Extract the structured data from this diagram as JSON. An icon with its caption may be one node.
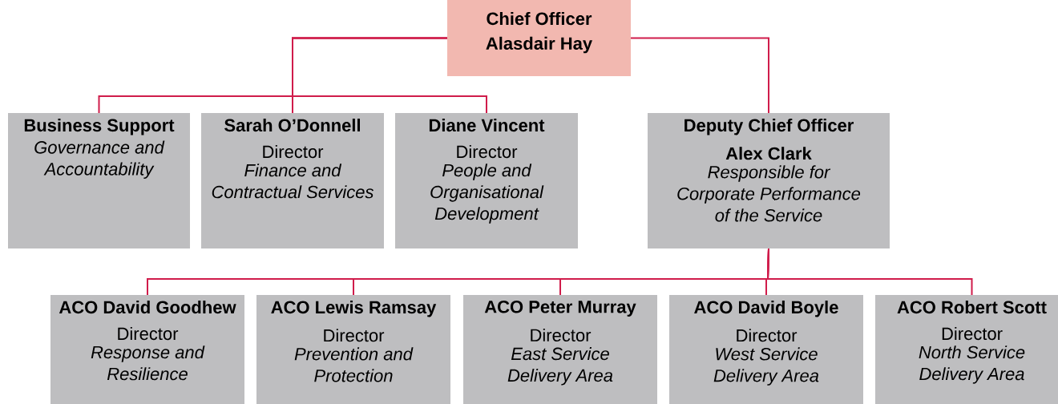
{
  "diagram": {
    "nodes": [
      {
        "text": [
          "Chief Officer",
          "Alasdair Hay"
        ]
      },
      {
        "text": [
          "Business Support",
          "Governance and Accountability"
        ]
      },
      {
        "text": [
          "Sarah O’Donnell",
          "Director",
          "Finance and Contractual Services"
        ]
      },
      {
        "text": [
          "Diane Vincent",
          "Director",
          "People and Organisational Development"
        ]
      },
      {
        "text": [
          "Deputy Chief Officer",
          "Alex Clark",
          "Responsible for Corporate Performance of the Service"
        ]
      },
      {
        "text": [
          "ACO David Goodhew",
          "Director",
          "Response and Resilience"
        ]
      },
      {
        "text": [
          "ACO Lewis Ramsay",
          "Director",
          "Prevention and Protection"
        ]
      },
      {
        "text": [
          "ACO Peter Murray",
          "Director",
          "East Service Delivery Area"
        ]
      },
      {
        "text": [
          "ACO David Boyle",
          "Director",
          "West Service Delivery Area"
        ]
      },
      {
        "text": [
          "ACO Robert Scott",
          "Director",
          "North Service Delivery Area"
        ]
      }
    ],
    "edges": [
      {
        "from": 0,
        "to": 1,
        "arrow": "none"
      },
      {
        "from": 0,
        "to": 2,
        "arrow": "none"
      },
      {
        "from": 0,
        "to": 3,
        "arrow": "none"
      },
      {
        "from": 0,
        "to": 4,
        "arrow": "none"
      },
      {
        "from": 4,
        "to": 5,
        "arrow": "none"
      },
      {
        "from": 4,
        "to": 6,
        "arrow": "none"
      },
      {
        "from": 4,
        "to": 7,
        "arrow": "none"
      },
      {
        "from": 4,
        "to": 8,
        "arrow": "none"
      },
      {
        "from": 4,
        "to": 9,
        "arrow": "none"
      }
    ]
  }
}
